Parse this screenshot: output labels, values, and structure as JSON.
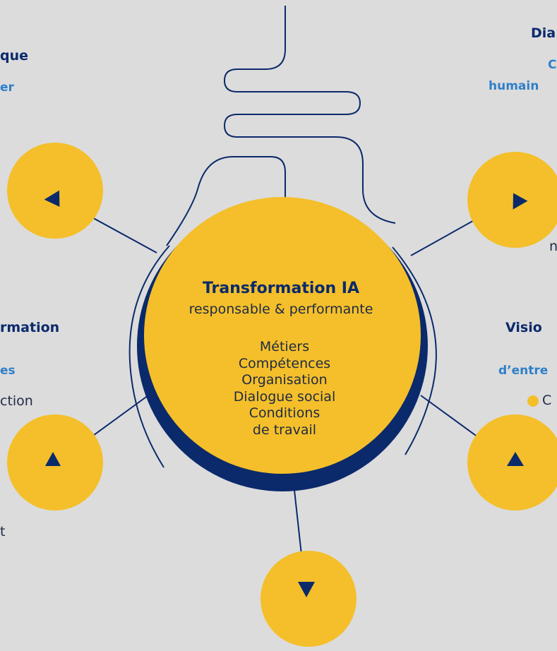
{
  "colors": {
    "background": "#dcdcdc",
    "circle_fill": "#f4bf2a",
    "navy": "#0b2a6b",
    "accent_blue": "#2f7fc8",
    "text": "#1f2a44"
  },
  "center": {
    "title": "Transformation IA",
    "subtitle": "responsable & performante",
    "topics": [
      "Métiers",
      "Compétences",
      "Organisation",
      "Dialogue social",
      "Conditions",
      "de travail"
    ]
  },
  "fragments": {
    "top_left_heading": "que",
    "top_left_sub": "er",
    "mid_left_heading": "rmation",
    "mid_left_sub": "es",
    "mid_left_text": "ction",
    "bottom_left_text": "t",
    "top_right_heading": "Dia",
    "top_right_sub1": "C",
    "top_right_sub2": "humain",
    "right_text": "n",
    "mid_right_heading": "Visio",
    "mid_right_sub": "d’entre",
    "mid_right_bullet": "C"
  }
}
